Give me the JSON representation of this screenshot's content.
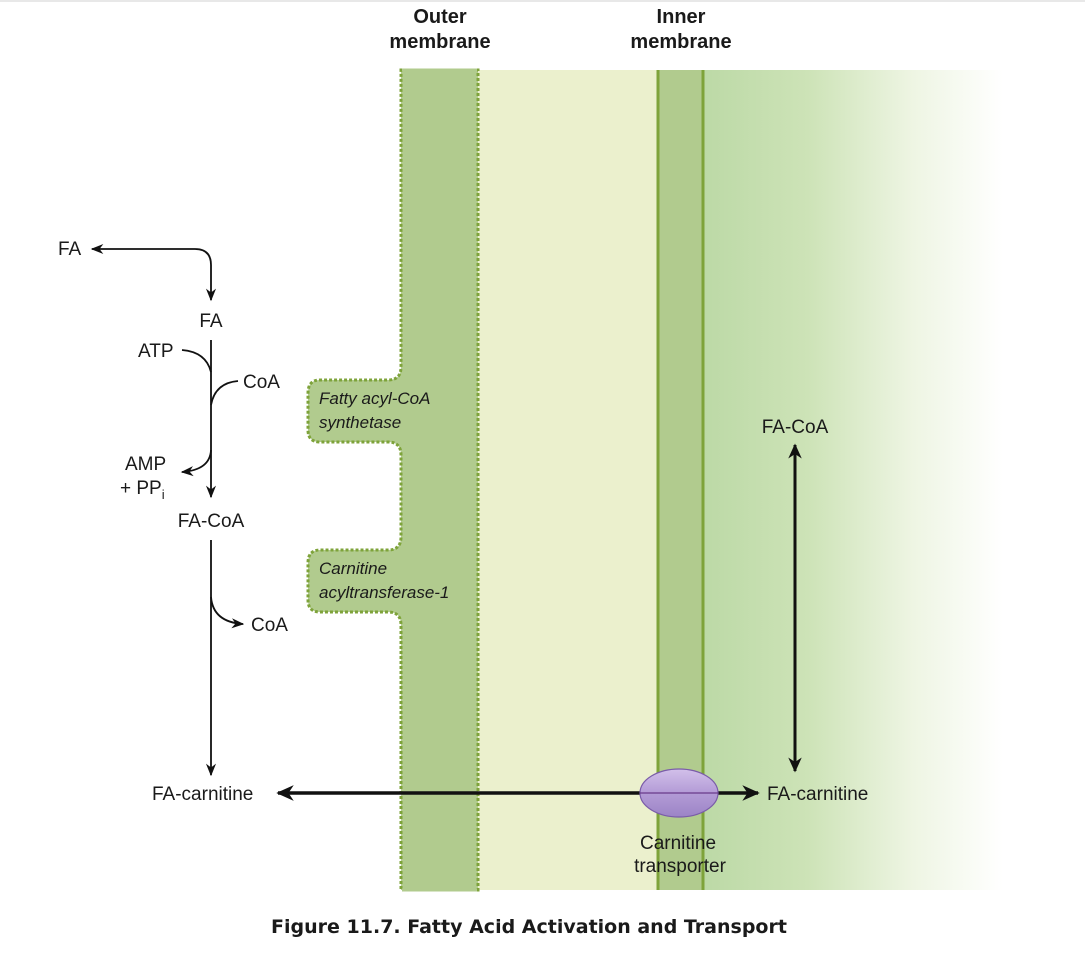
{
  "headers": {
    "outer_line1": "Outer",
    "outer_line2": "membrane",
    "inner_line1": "Inner",
    "inner_line2": "membrane"
  },
  "cytosol": {
    "fa_external": "FA",
    "fa": "FA",
    "atp": "ATP",
    "coa_in": "CoA",
    "amp": "AMP",
    "ppi_prefix": "+ PP",
    "ppi_sub": "i",
    "fa_coa": "FA-CoA",
    "coa_out": "CoA",
    "fa_carnitine": "FA-carnitine"
  },
  "enzymes": {
    "synthetase_line1": "Fatty acyl-CoA",
    "synthetase_line2": "synthetase",
    "cat1_line1": "Carnitine",
    "cat1_line2": "acyltransferase-1"
  },
  "matrix": {
    "fa_coa": "FA-CoA",
    "fa_carnitine": "FA-carnitine"
  },
  "transporter": {
    "line1": "Carnitine",
    "line2": "transporter"
  },
  "caption": "Figure 11.7.  Fatty Acid Activation and Transport",
  "colors": {
    "membrane_green": "#b1cb8e",
    "membrane_border": "#7ea33a",
    "intermembrane": "#ebf0cd",
    "matrix_green": "#bcd9a6",
    "transporter_purple": "#b59ad6",
    "arrow": "#111111"
  }
}
